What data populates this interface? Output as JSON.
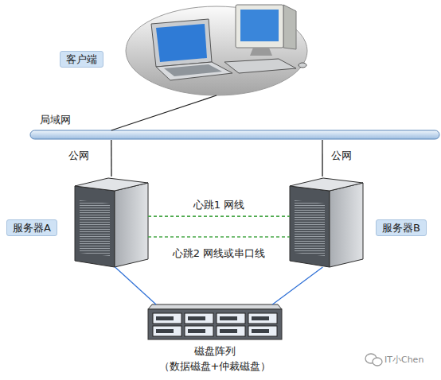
{
  "diagram": {
    "nodes": [
      {
        "text": [
          "客户端"
        ]
      },
      {
        "text": [
          "局域网"
        ]
      },
      {
        "text": [
          "服务器A"
        ]
      },
      {
        "text": [
          "服务器B"
        ]
      },
      {
        "text": [
          "磁盘阵列",
          "（数据磁盘+仲裁磁盘）"
        ]
      }
    ],
    "edges": [
      {
        "from": 0,
        "to": 1,
        "arrow": "none"
      },
      {
        "from": 1,
        "to": 2,
        "label": "公网",
        "arrow": "none"
      },
      {
        "from": 1,
        "to": 3,
        "label": "公网",
        "arrow": "none"
      },
      {
        "from": 2,
        "to": 3,
        "label": "心跳1 网线",
        "arrow": "none"
      },
      {
        "from": 2,
        "to": 3,
        "label": "心跳2 网线或串口线",
        "arrow": "none"
      },
      {
        "from": 2,
        "to": 4,
        "arrow": "none"
      },
      {
        "from": 3,
        "to": 4,
        "arrow": "none"
      }
    ],
    "labels": [
      "IT小Chen"
    ]
  }
}
